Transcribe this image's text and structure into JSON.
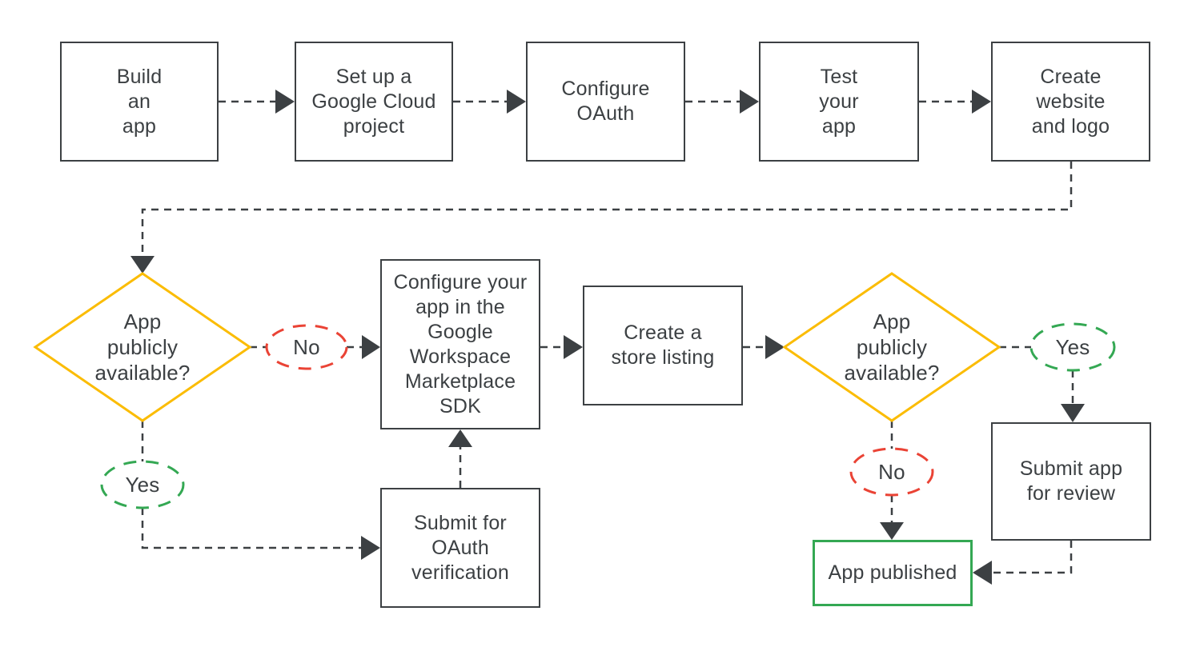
{
  "diagram": {
    "type": "flowchart",
    "colors": {
      "line_and_text": "#3c4043",
      "decision_diamond_border": "#fbbc04",
      "no_oval_border": "#ea4335",
      "yes_oval_border": "#34a853",
      "published_box_border": "#34a853",
      "background": "#ffffff"
    },
    "nodes": {
      "build_app": {
        "label": "Build\nan\napp"
      },
      "setup_project": {
        "label": "Set up a\nGoogle Cloud\nproject"
      },
      "configure_oauth": {
        "label": "Configure\nOAuth"
      },
      "test_app": {
        "label": "Test\nyour\napp"
      },
      "create_website": {
        "label": "Create\nwebsite\nand logo"
      },
      "decision_left": {
        "label": "App\npublicly\navailable?"
      },
      "no_left": {
        "label": "No"
      },
      "configure_sdk": {
        "label": "Configure your\napp in the\nGoogle\nWorkspace\nMarketplace\nSDK"
      },
      "store_listing": {
        "label": "Create a\nstore listing"
      },
      "decision_right": {
        "label": "App\npublicly\navailable?"
      },
      "yes_right": {
        "label": "Yes"
      },
      "submit_review": {
        "label": "Submit app\nfor review"
      },
      "yes_left": {
        "label": "Yes"
      },
      "submit_oauth": {
        "label": "Submit for\nOAuth\nverification"
      },
      "no_right": {
        "label": "No"
      },
      "app_published": {
        "label": "App published"
      }
    }
  }
}
